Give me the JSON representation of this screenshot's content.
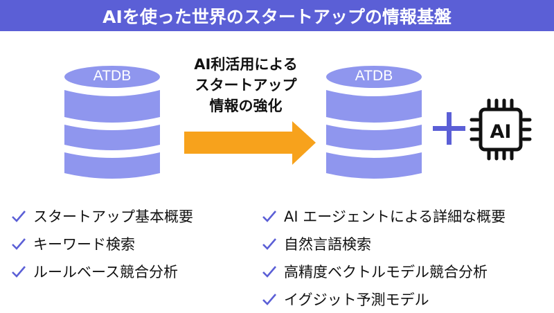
{
  "header": {
    "title": "AIを使った世界のスタートアップの情報基盤"
  },
  "colors": {
    "header_bg": "#5b5fd6",
    "db_fill": "#8f96ee",
    "arrow": "#f7a21c",
    "accent": "#5b5fd6",
    "chip": "#111111"
  },
  "left_db": {
    "label": "ATDB",
    "icon": "database-icon"
  },
  "transition": {
    "lines": [
      "AI利活用による",
      "スタートアップ",
      "情報の強化"
    ],
    "icon": "arrow-right-icon"
  },
  "right_db": {
    "label": "ATDB",
    "icon": "database-icon"
  },
  "plus": {
    "icon": "plus-icon"
  },
  "ai_chip": {
    "label": "AI",
    "icon": "ai-chip-icon"
  },
  "left_features": [
    {
      "text": "スタートアップ基本概要"
    },
    {
      "text": "キーワード検索"
    },
    {
      "text": "ルールベース競合分析"
    }
  ],
  "right_features": [
    {
      "text": "AI エージェントによる詳細な概要"
    },
    {
      "text": "自然言語検索"
    },
    {
      "text": "高精度ベクトルモデル競合分析"
    },
    {
      "text": "イグジット予測モデル"
    }
  ]
}
